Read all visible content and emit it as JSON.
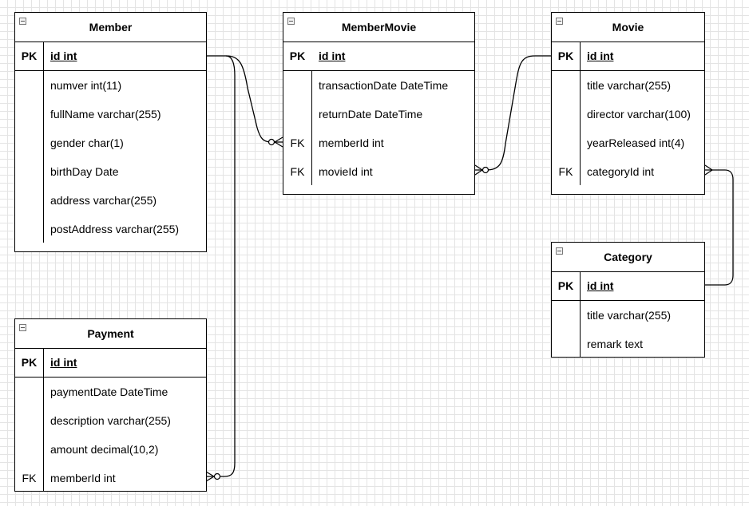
{
  "diagram": {
    "entities": {
      "member": {
        "title": "Member",
        "pk": {
          "key": "PK",
          "field": "id int"
        },
        "fields": [
          {
            "key": "",
            "field": "numver int(11)"
          },
          {
            "key": "",
            "field": "fullName varchar(255)"
          },
          {
            "key": "",
            "field": "gender char(1)"
          },
          {
            "key": "",
            "field": "birthDay Date"
          },
          {
            "key": "",
            "field": "address varchar(255)"
          },
          {
            "key": "",
            "field": "postAddress varchar(255)"
          }
        ]
      },
      "membermovie": {
        "title": "MemberMovie",
        "pk": {
          "key": "PK",
          "field": "id int"
        },
        "fields": [
          {
            "key": "",
            "field": "transactionDate DateTime"
          },
          {
            "key": "",
            "field": "returnDate DateTime"
          },
          {
            "key": "FK",
            "field": "memberId int"
          },
          {
            "key": "FK",
            "field": "movieId int"
          }
        ]
      },
      "movie": {
        "title": "Movie",
        "pk": {
          "key": "PK",
          "field": "id int"
        },
        "fields": [
          {
            "key": "",
            "field": "title varchar(255)"
          },
          {
            "key": "",
            "field": "director varchar(100)"
          },
          {
            "key": "",
            "field": "yearReleased int(4)"
          },
          {
            "key": "FK",
            "field": "categoryId int"
          }
        ]
      },
      "category": {
        "title": "Category",
        "pk": {
          "key": "PK",
          "field": "id int"
        },
        "fields": [
          {
            "key": "",
            "field": "title varchar(255)"
          },
          {
            "key": "",
            "field": "remark text"
          }
        ]
      },
      "payment": {
        "title": "Payment",
        "pk": {
          "key": "PK",
          "field": "id int"
        },
        "fields": [
          {
            "key": "",
            "field": "paymentDate DateTime"
          },
          {
            "key": "",
            "field": "description varchar(255)"
          },
          {
            "key": "",
            "field": "amount decimal(10,2)"
          },
          {
            "key": "FK",
            "field": "memberId int"
          }
        ]
      }
    },
    "relationships": [
      {
        "from": "Member.id",
        "to": "MemberMovie.memberId",
        "cardinality": "one-to-zero-or-many"
      },
      {
        "from": "Movie.id",
        "to": "MemberMovie.movieId",
        "cardinality": "one-to-zero-or-many"
      },
      {
        "from": "Category.id",
        "to": "Movie.categoryId",
        "cardinality": "one-to-many"
      },
      {
        "from": "Member.id",
        "to": "Payment.memberId",
        "cardinality": "one-to-zero-or-many"
      }
    ]
  }
}
